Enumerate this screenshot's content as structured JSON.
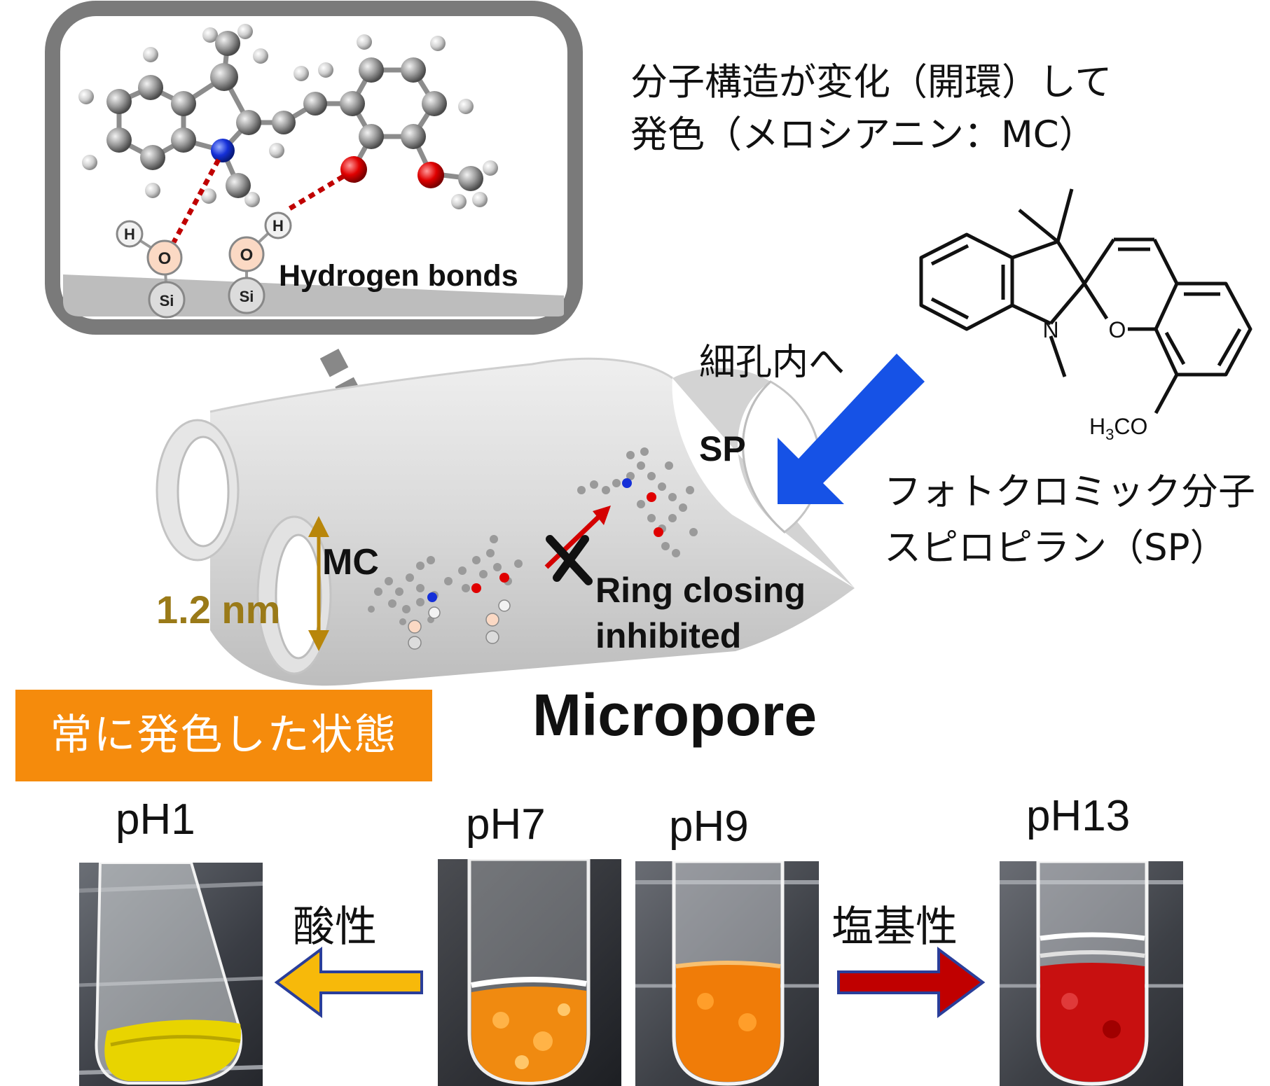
{
  "inset": {
    "h_label": "H",
    "o_label": "O",
    "si_label": "Si",
    "hbond_label": "Hydrogen bonds"
  },
  "jp_top": {
    "line1": "分子構造が変化（開環）して",
    "line2": "発色（メロシアニン：MC）"
  },
  "molecule": {
    "n_label": "N",
    "o_label": "O",
    "methoxy_prefix": "H",
    "methoxy_sub": "3",
    "methoxy_suffix": "CO"
  },
  "into_pore_label": "細孔内へ",
  "pore": {
    "sp_label": "SP",
    "mc_label": "MC",
    "size_label": "1.2 nm",
    "ring_closing_line1": "Ring closing",
    "ring_closing_line2": "inhibited",
    "micropore_label": "Micropore"
  },
  "photochromic": {
    "line1": "フォトクロミック分子",
    "line2": "スピロピラン（SP）"
  },
  "banner_label": "常に発色した状態",
  "samples": [
    {
      "ph": "pH1"
    },
    {
      "ph": "pH7"
    },
    {
      "ph": "pH9"
    },
    {
      "ph": "pH13"
    }
  ],
  "acidic_label": "酸性",
  "basic_label": "塩基性",
  "colors": {
    "banner_orange": "#f58b0c",
    "blue_arrow": "#1652e6",
    "acid_arrow": "#f7b90a",
    "base_arrow": "#c00000",
    "size_gold": "#b8860b",
    "hbond_red": "#c00000"
  }
}
